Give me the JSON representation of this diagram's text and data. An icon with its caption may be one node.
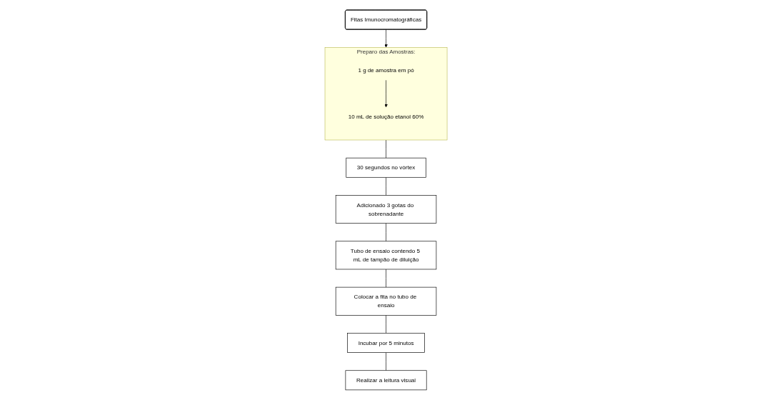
{
  "diagram": {
    "nodes": [
      {
        "text": [
          "Fitas Imunocromatográficas"
        ]
      },
      {
        "text": [
          "Preparo das Amostras:"
        ]
      },
      {
        "text": [
          "1 g de amostra em pó"
        ],
        "in": 1
      },
      {
        "text": [
          "10 mL de solução etanol 60%"
        ],
        "in": 1
      },
      {
        "text": [
          "30 segundos no vórtex"
        ]
      },
      {
        "text": [
          "Adicionado 3 gotas do sobrenadante"
        ]
      },
      {
        "text": [
          "Tubo de ensaio contendo 5 mL de tampão de diluição"
        ]
      },
      {
        "text": [
          "Colocar a fita no tubo de ensaio"
        ]
      },
      {
        "text": [
          "Incubar por 5 minutos"
        ]
      },
      {
        "text": [
          "Realizar a leitura visual"
        ]
      }
    ],
    "edges": [
      {
        "from": 0,
        "to": 1,
        "arrow": "to"
      },
      {
        "from": 2,
        "to": 3,
        "arrow": "to"
      },
      {
        "from": 1,
        "to": 4,
        "arrow": "none"
      },
      {
        "from": 4,
        "to": 5,
        "arrow": "none"
      },
      {
        "from": 5,
        "to": 6,
        "arrow": "none"
      },
      {
        "from": 6,
        "to": 7,
        "arrow": "none"
      },
      {
        "from": 7,
        "to": 8,
        "arrow": "none"
      },
      {
        "from": 8,
        "to": 9,
        "arrow": "none"
      }
    ]
  }
}
